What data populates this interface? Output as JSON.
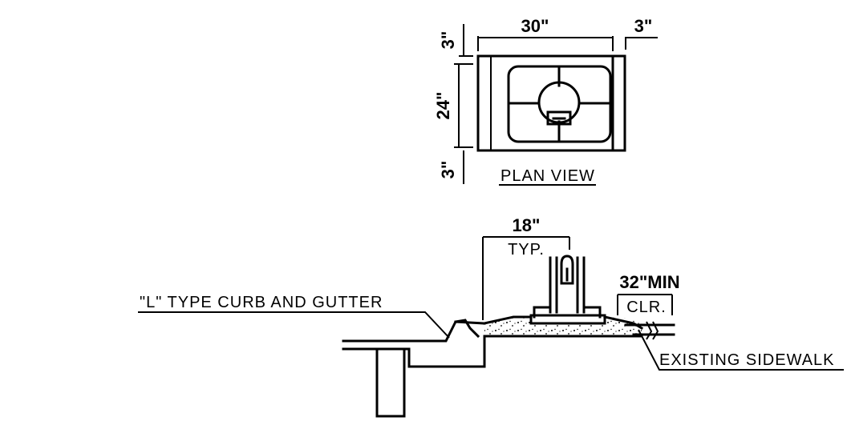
{
  "plan_view": {
    "title": "PLAN VIEW",
    "dim_width": "30\"",
    "dim_right_gap": "3\"",
    "dim_top_gap": "3\"",
    "dim_height": "24\"",
    "dim_bottom_gap": "3\""
  },
  "section_view": {
    "dim_offset": "18\"",
    "dim_offset_note": "TYP.",
    "dim_clear": "32\"MIN",
    "dim_clear_note": "CLR.",
    "label_curb": "\"L\" TYPE CURB AND GUTTER",
    "label_sidewalk": "EXISTING SIDEWALK"
  },
  "colors": {
    "line": "#000000",
    "background": "#ffffff",
    "concrete_speckle": "#000000"
  }
}
